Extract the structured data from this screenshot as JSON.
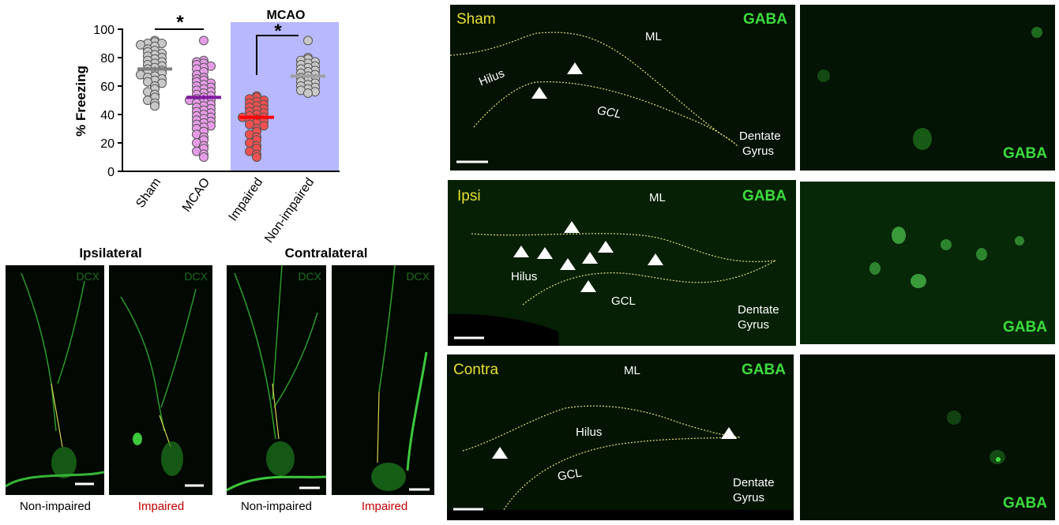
{
  "chart_data": {
    "type": "scatter",
    "ylabel": "% Freezing",
    "ylim": [
      0,
      100
    ],
    "yticks": [
      "0",
      "20",
      "40",
      "60",
      "80",
      "100"
    ],
    "categories": [
      "Sham",
      "MCAO",
      "Impaired",
      "Non-impaired"
    ],
    "group_label": "MCAO",
    "significance": [
      "*",
      "*"
    ],
    "series": [
      {
        "category": "Sham",
        "color": "#c8c8c8",
        "mean": 72,
        "values": [
          92,
          91,
          90,
          90,
          89,
          88,
          86,
          85,
          84,
          83,
          82,
          81,
          80,
          79,
          78,
          77,
          76,
          75,
          74,
          73,
          72,
          71,
          70,
          70,
          69,
          68,
          67,
          66,
          65,
          64,
          63,
          62,
          60,
          58,
          56,
          54,
          52,
          50,
          48,
          46
        ]
      },
      {
        "category": "MCAO",
        "color": "#e79be7",
        "mean": 52,
        "values": [
          92,
          78,
          77,
          76,
          75,
          74,
          73,
          72,
          70,
          68,
          66,
          65,
          64,
          63,
          62,
          61,
          60,
          59,
          58,
          57,
          56,
          55,
          54,
          53,
          52,
          51,
          50,
          50,
          49,
          48,
          47,
          46,
          45,
          44,
          43,
          42,
          41,
          40,
          39,
          38,
          37,
          36,
          35,
          34,
          33,
          32,
          31,
          30,
          28,
          26,
          24,
          22,
          20,
          18,
          16,
          14,
          12,
          10
        ]
      },
      {
        "category": "Impaired",
        "color": "#f05050",
        "mean": 38,
        "values": [
          53,
          52,
          51,
          50,
          49,
          48,
          47,
          46,
          45,
          44,
          43,
          42,
          41,
          40,
          39,
          38,
          38,
          37,
          36,
          35,
          34,
          33,
          32,
          30,
          28,
          26,
          24,
          22,
          20,
          18,
          16,
          14,
          12,
          10
        ]
      },
      {
        "category": "Non-impaired",
        "color": "#c8c8c8",
        "mean": 67,
        "values": [
          92,
          80,
          79,
          78,
          77,
          76,
          75,
          74,
          73,
          72,
          71,
          70,
          69,
          68,
          67,
          66,
          65,
          64,
          63,
          62,
          61,
          60,
          59,
          58,
          57,
          56,
          55
        ]
      }
    ],
    "bar_colors": {
      "Sham": "#808080",
      "MCAO": "#7f1a9f",
      "Impaired": "#ff0000",
      "Non-impaired": "#a0a0a0"
    }
  },
  "dcx": {
    "ipsi_title": "Ipsilateral",
    "contra_title": "Contralateral",
    "marker": "DCX",
    "captions": [
      "Non-impaired",
      "Impaired",
      "Non-impaired",
      "Impaired"
    ],
    "caption_colors": [
      "#000000",
      "#c00000",
      "#000000",
      "#c00000"
    ]
  },
  "gaba": {
    "rows": [
      {
        "group": "Sham",
        "marker": "GABA",
        "labels": [
          "ML",
          "Hilus",
          "GCL",
          "Dentate",
          "Gyrus"
        ]
      },
      {
        "group": "Ipsi",
        "marker": "GABA",
        "labels": [
          "ML",
          "Hilus",
          "GCL",
          "Dentate",
          "Gyrus"
        ]
      },
      {
        "group": "Contra",
        "marker": "GABA",
        "labels": [
          "ML",
          "Hilus",
          "GCL",
          "Dentate",
          "Gyrus"
        ]
      }
    ],
    "zoom_marker": "GABA"
  },
  "colors": {
    "marker_green": "#3ddc3d",
    "group_yellow": "#e8e030",
    "shade": "#b8b8ff"
  }
}
